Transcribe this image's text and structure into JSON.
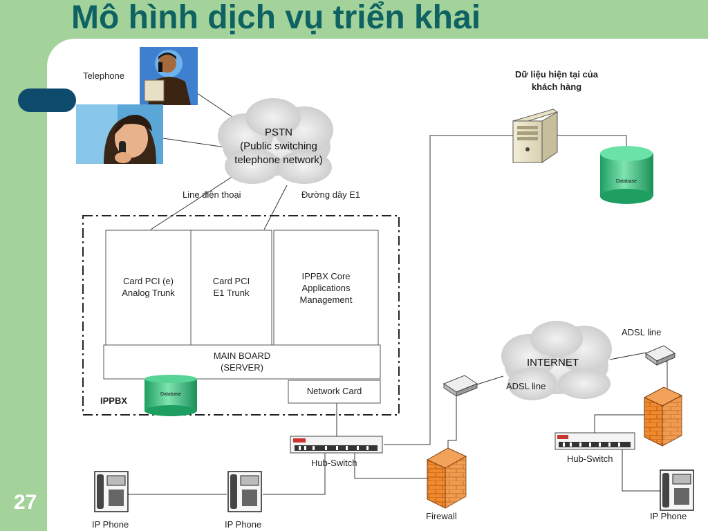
{
  "slide": {
    "title": "Mô hình dịch vụ triển khai",
    "page_number": "27"
  },
  "diagram": {
    "telephone_label": "Telephone",
    "pstn_lines": [
      "PSTN",
      "(Public switching",
      "telephone network)"
    ],
    "line_dien_thoai": "Line điện thoại",
    "duong_day_e1": "Đường dây E1",
    "customer_data_lines": [
      "Dữ liệu hiện tại của",
      "khách hàng"
    ],
    "database_label": "Database",
    "card_analog_lines": [
      "Card PCI (e)",
      "Analog Trunk"
    ],
    "card_e1_lines": [
      "Card PCI",
      "E1 Trunk"
    ],
    "core_lines": [
      "IPPBX Core",
      "Applications",
      "Management"
    ],
    "mainboard_lines": [
      "MAIN BOARD",
      "(SERVER)"
    ],
    "network_card": "Network Card",
    "ippbx_label": "IPPBX",
    "internet_label": "INTERNET",
    "adsl_line_left": "ADSL line",
    "adsl_line_right": "ADSL line",
    "hub_switch_left": "Hub-Switch",
    "hub_switch_right": "Hub-Switch",
    "firewall_label": "Firewall",
    "ip_phones": [
      "IP Phone",
      "IP Phone",
      "IP Phone"
    ]
  },
  "colors": {
    "green": "#a3d39b",
    "title_teal": "#0f6262",
    "navy_pill": "#0d4a6b",
    "database_green": "#2fbf7f",
    "firewall_orange": "#e8822a"
  }
}
